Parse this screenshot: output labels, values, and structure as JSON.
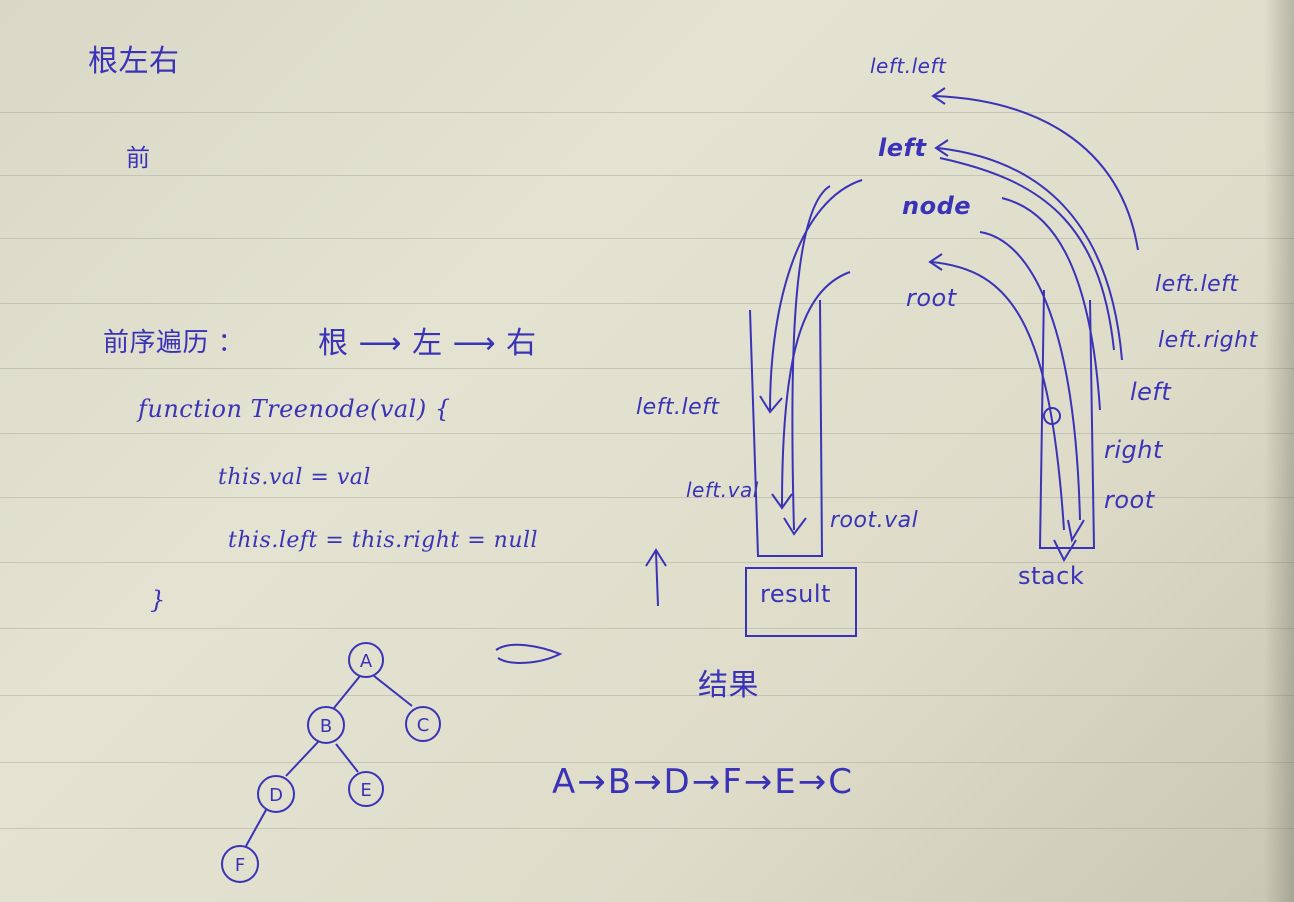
{
  "ink_color": "#3a33b8",
  "header": {
    "title": "根左右"
  },
  "corner_scribble": "前",
  "preorder": {
    "label": "前序遍历 ：",
    "order": "根 ⟶ 左 ⟶ 右"
  },
  "code": {
    "line1": "function Treenode(val) {",
    "line2": "this.val = val",
    "line3": "this.left = this.right = null",
    "line4": "}"
  },
  "result_box": {
    "label": "result",
    "in_labels": [
      "left.left",
      "left.val",
      "root.val"
    ]
  },
  "stack_box": {
    "label": "stack",
    "right_labels": [
      "left",
      "right",
      "root"
    ],
    "outer_labels": [
      "left.left",
      "left.right"
    ]
  },
  "pop_labels": [
    "left.left",
    "left",
    "node",
    "root"
  ],
  "result_caption": "结果",
  "tree": {
    "nodes": [
      "A",
      "B",
      "C",
      "D",
      "E",
      "F"
    ],
    "edges": [
      [
        "A",
        "B"
      ],
      [
        "A",
        "C"
      ],
      [
        "B",
        "D"
      ],
      [
        "B",
        "E"
      ],
      [
        "D",
        "F"
      ]
    ]
  },
  "traversal": "A→B→D→F→E→C"
}
